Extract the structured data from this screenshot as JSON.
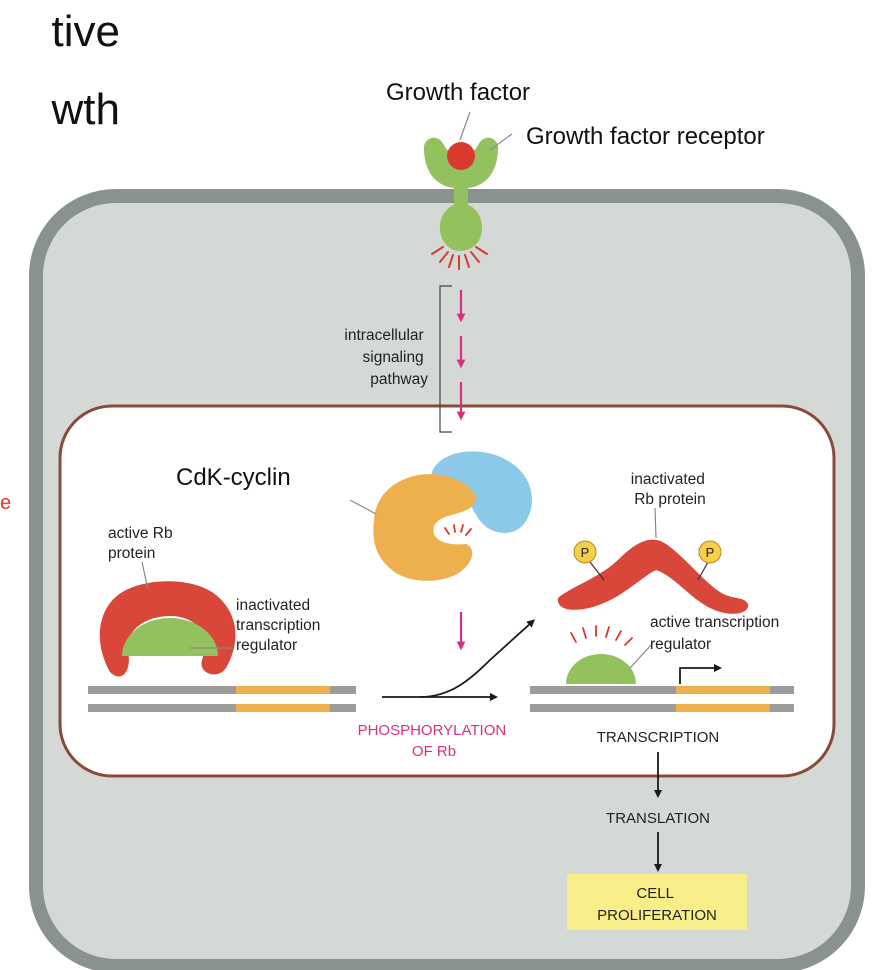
{
  "slide": {
    "title_line1": "tive",
    "title_line2": "wth",
    "side_fragment": "e"
  },
  "labels": {
    "growth_factor": "Growth factor",
    "growth_factor_receptor": "Growth factor receptor",
    "pathway": [
      "intracellular",
      "signaling",
      "pathway"
    ],
    "cdk_cyclin": "CdK-cyclin",
    "active_rb": [
      "active Rb",
      "protein"
    ],
    "inactivated_regulator": [
      "inactivated",
      "transcription",
      "regulator"
    ],
    "inactivated_rb": [
      "inactivated",
      "Rb protein"
    ],
    "phosphate": "P",
    "active_regulator": [
      "active transcription",
      "regulator"
    ],
    "phosphorylation": [
      "PHOSPHORYLATION",
      "OF Rb"
    ],
    "transcription": "TRANSCRIPTION",
    "translation": "TRANSLATION",
    "cell_proliferation": [
      "CELL",
      "PROLIFERATION"
    ]
  },
  "colors": {
    "cell_fill": "#d4d9d6",
    "cell_border": "#8a9290",
    "nucleus_border": "#8a4a3a",
    "receptor_green": "#93c15e",
    "growth_factor_red": "#d83a30",
    "signal_magenta": "#d4327f",
    "rb_red": "#d8473a",
    "regulator_green": "#93c15e",
    "cdk_orange": "#eeb04c",
    "cyclin_blue": "#8cc8e8",
    "phosphate_yellow": "#f5cf45",
    "dna_gray": "#9c9c9c",
    "gene_orange": "#eeb04c",
    "proliferation_box": "#f7ee8a",
    "accent_red": "#e8392b"
  }
}
